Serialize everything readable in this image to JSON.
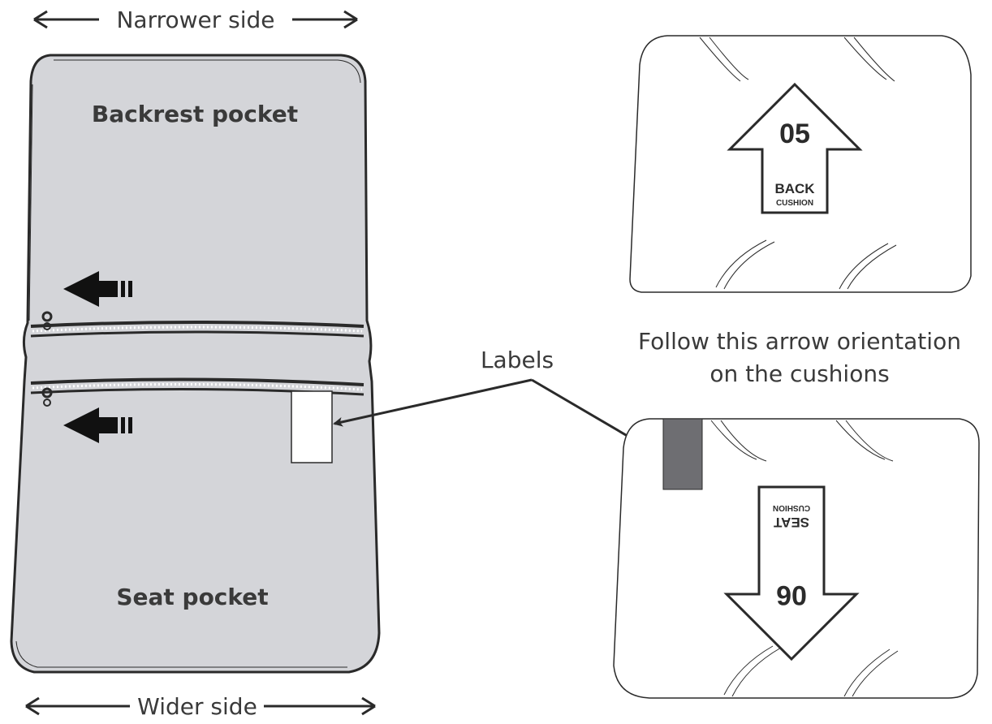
{
  "top_dimension": {
    "label": "Narrower side"
  },
  "bottom_dimension": {
    "label": "Wider side"
  },
  "cover": {
    "backrest_label": "Backrest pocket",
    "seat_label": "Seat pocket"
  },
  "callout": {
    "labels_text": "Labels"
  },
  "instruction": {
    "line1": "Follow this arrow orientation",
    "line2": "on the cushions"
  },
  "back_cushion": {
    "number": "05",
    "title": "BACK",
    "subtitle": "CUSHION"
  },
  "seat_cushion": {
    "number": "06",
    "title": "SEAT",
    "subtitle": "CUSHION"
  },
  "colors": {
    "cover_fill": "#d4d5d9",
    "label_tag_dark": "#6e6e72",
    "outline": "#2a2a2a"
  }
}
